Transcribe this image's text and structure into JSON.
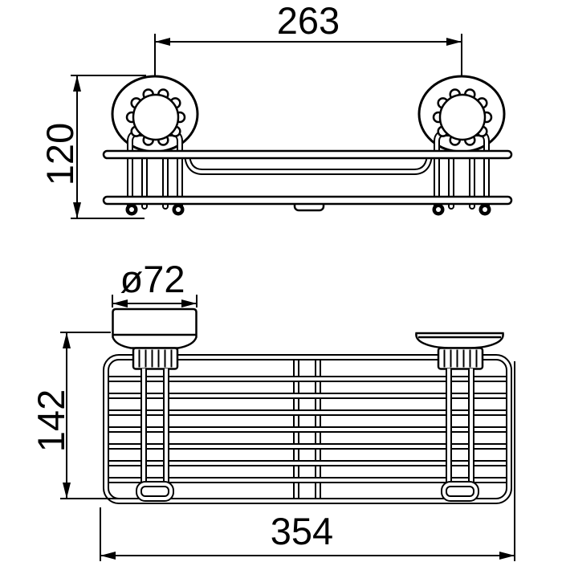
{
  "drawing": {
    "background": "#ffffff",
    "line_color": "#000000",
    "views": {
      "front": {
        "name": "front elevation of suction-cup shelf"
      },
      "top": {
        "name": "top plan of wire basket"
      }
    },
    "dimensions": {
      "mount_span": "263",
      "mount_height": "120",
      "cup_diameter": "ø72",
      "basket_depth": "142",
      "overall_width": "354"
    }
  }
}
